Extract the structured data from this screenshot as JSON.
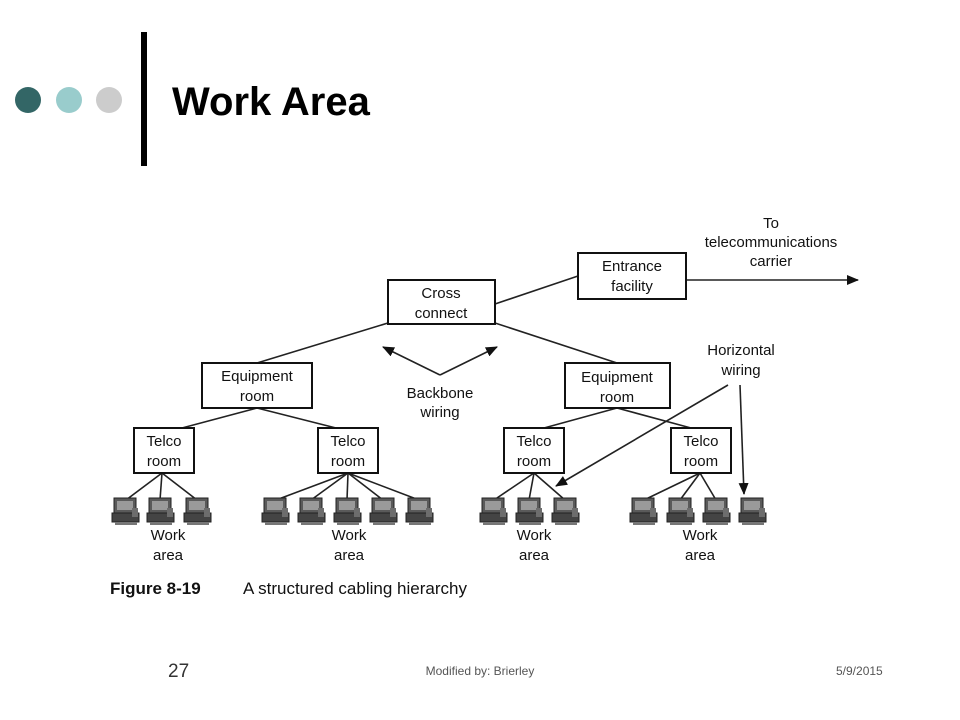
{
  "slide": {
    "title": "Work Area",
    "bullet_dots": [
      {
        "color": "#336666"
      },
      {
        "color": "#99cccc"
      },
      {
        "color": "#cccccc"
      }
    ]
  },
  "diagram": {
    "to_carrier": [
      "To",
      "telecommunications",
      "carrier"
    ],
    "entrance_facility": [
      "Entrance",
      "facility"
    ],
    "cross_connect": [
      "Cross",
      "connect"
    ],
    "equipment_room": [
      "Equipment",
      "room"
    ],
    "backbone_wiring": [
      "Backbone",
      "wiring"
    ],
    "horizontal_wiring": [
      "Horizontal",
      "wiring"
    ],
    "telco_room": [
      "Telco",
      "room"
    ],
    "work_area": [
      "Work",
      "area"
    ],
    "figure_number": "Figure 8-19",
    "figure_caption": "A structured cabling hierarchy"
  },
  "footer": {
    "page_number": "27",
    "modified_by": "Modified by: Brierley",
    "date": "5/9/2015"
  }
}
